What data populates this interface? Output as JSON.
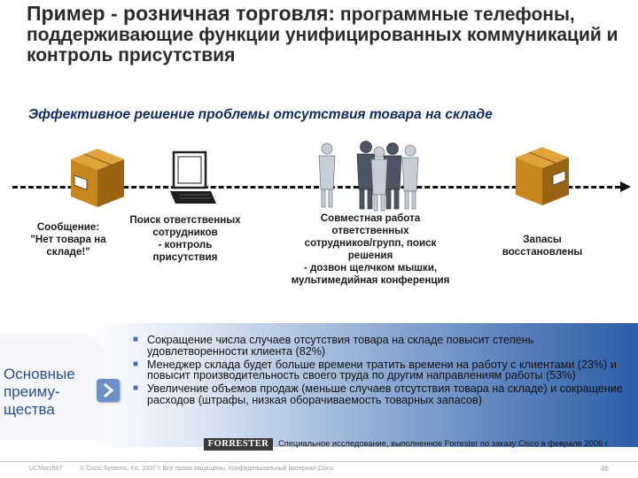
{
  "slide": {
    "title_lead": "Пример - розничная торговля:",
    "title_rest": " программные телефоны, поддерживающие функции унифицированных коммуникаций и контроль присутствия",
    "subtitle": "Эффективное решение проблемы отсутствия товара на складе"
  },
  "flow": {
    "steps": [
      {
        "text": "Сообщение:\n\"Нет товара на\nскладе!\""
      },
      {
        "text": "Поиск ответственных\nсотрудников\n- контроль\nприсутствия"
      },
      {
        "text": "Совместная работа\nответственных\nсотрудников/групп, поиск\nрешения\n- дозвон щелчком мышки,\nмультимедийная конференция"
      },
      {
        "text": "Запасы\nвосстановлены"
      }
    ],
    "colors": {
      "box": "#c8871c",
      "box_dark": "#8a5a10",
      "arrow": "#111111"
    }
  },
  "benefits": {
    "label": "Основные преиму-щества",
    "items": [
      "Сокращение числа случаев отсутствия товара на складе повысит степень удовлетворенности клиента (82%)",
      "Менеджер склада будет больше времени тратить времени на работу с клиентами (23%) и повысит производительность своего труда по другим направлениям работы (53%)",
      "Увеличение объемов продаж (меньше случаев отсутствия товара на складе) и сокращение расходов (штрафы, низкая оборачиваемость товарных запасов)"
    ],
    "colors": {
      "panel_light": "#dfe8f4",
      "panel_dark": "#2d5ea6",
      "label": "#2b4f8e"
    }
  },
  "source": {
    "logo_text": "FORRESTER",
    "note": "Специальное исследование, выполненное Forrester по заказу Cisco в феврале 2006 г."
  },
  "footer": {
    "left": "UCMarch07",
    "mid": "© Cisco Systems, Inc. 2007 г. Все права защищены. Конфиденциальный материал Cisco",
    "page": "46"
  },
  "icons": [
    "box-icon",
    "laptop-icon",
    "people-group-icon",
    "chevron-right-icon"
  ]
}
